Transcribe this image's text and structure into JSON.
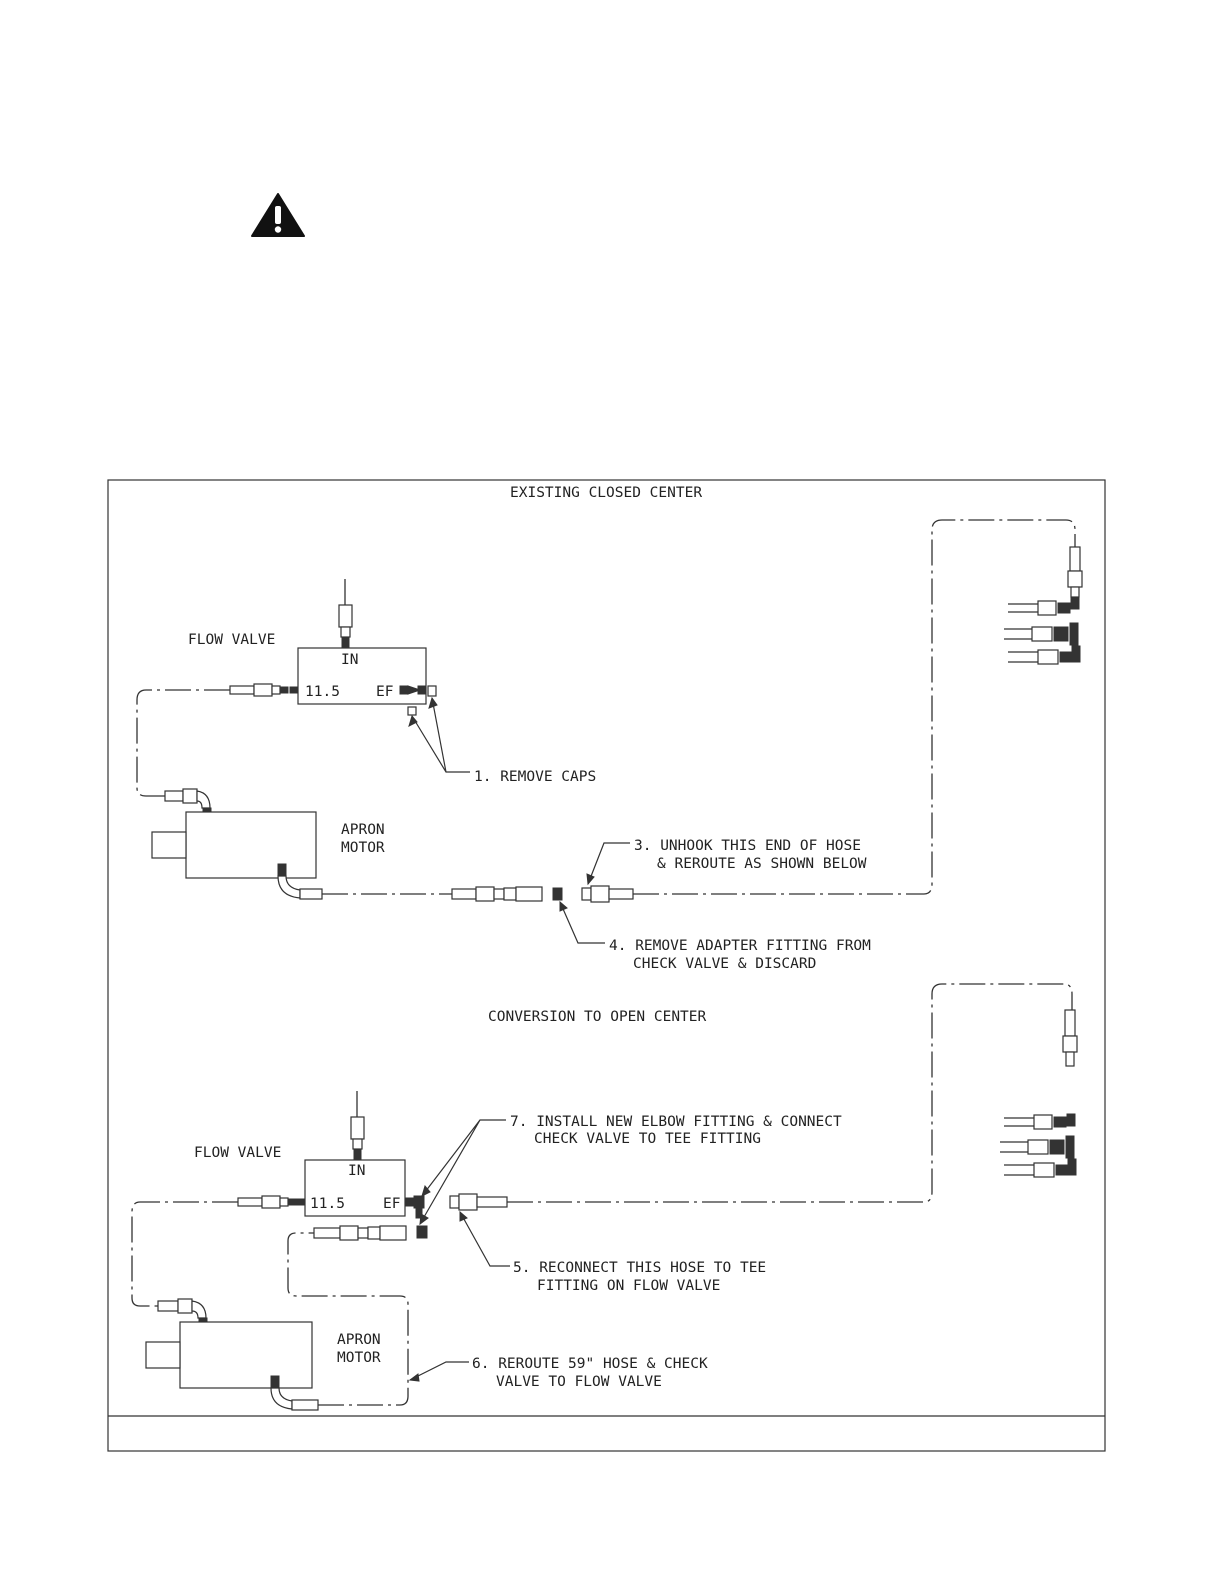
{
  "warning": {
    "icon": "warning-icon"
  },
  "top": {
    "title": "EXISTING CLOSED CENTER",
    "flow_valve": "FLOW VALVE",
    "port_in": "IN",
    "port_115": "11.5",
    "port_ef": "EF",
    "apron": "APRON",
    "motor": "MOTOR",
    "step1": "1. REMOVE CAPS",
    "step3_l1": "3. UNHOOK THIS END OF HOSE",
    "step3_l2": "& REROUTE AS SHOWN BELOW",
    "step4_l1": "4. REMOVE ADAPTER FITTING FROM",
    "step4_l2": "CHECK VALVE & DISCARD"
  },
  "bottom": {
    "title": "CONVERSION TO OPEN CENTER",
    "flow_valve": "FLOW VALVE",
    "port_in": "IN",
    "port_115": "11.5",
    "port_ef": "EF",
    "apron": "APRON",
    "motor": "MOTOR",
    "step7_l1": "7. INSTALL NEW ELBOW FITTING & CONNECT",
    "step7_l2": "CHECK VALVE TO TEE FITTING",
    "step5_l1": "5. RECONNECT THIS HOSE TO TEE",
    "step5_l2": "FITTING ON FLOW VALVE",
    "step6_l1": "6. REROUTE 59\" HOSE & CHECK",
    "step6_l2": "VALVE TO FLOW VALVE"
  }
}
